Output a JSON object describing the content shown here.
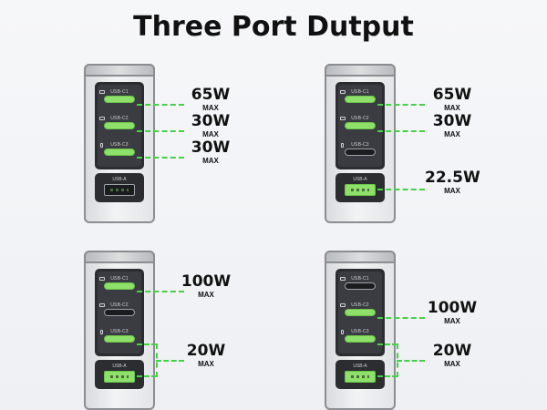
{
  "title": "Three Port Dutput",
  "port_labels": {
    "c1": "USB-C1",
    "c2": "USB-C2",
    "c3": "USB-C3",
    "a": "USB-A"
  },
  "max_label": "MAX",
  "accent_color": "#48d148",
  "configs": [
    {
      "outputs": [
        "65W",
        "30W",
        "30W"
      ],
      "active_ports": [
        "USB-C1",
        "USB-C2",
        "USB-C3"
      ]
    },
    {
      "outputs": [
        "65W",
        "30W",
        "22.5W"
      ],
      "active_ports": [
        "USB-C1",
        "USB-C2",
        "USB-A"
      ]
    },
    {
      "outputs": [
        "100W",
        "20W"
      ],
      "active_ports": [
        "USB-C1",
        "USB-C3",
        "USB-A"
      ]
    },
    {
      "outputs": [
        "100W",
        "20W"
      ],
      "active_ports": [
        "USB-C2",
        "USB-C3",
        "USB-A"
      ]
    }
  ]
}
